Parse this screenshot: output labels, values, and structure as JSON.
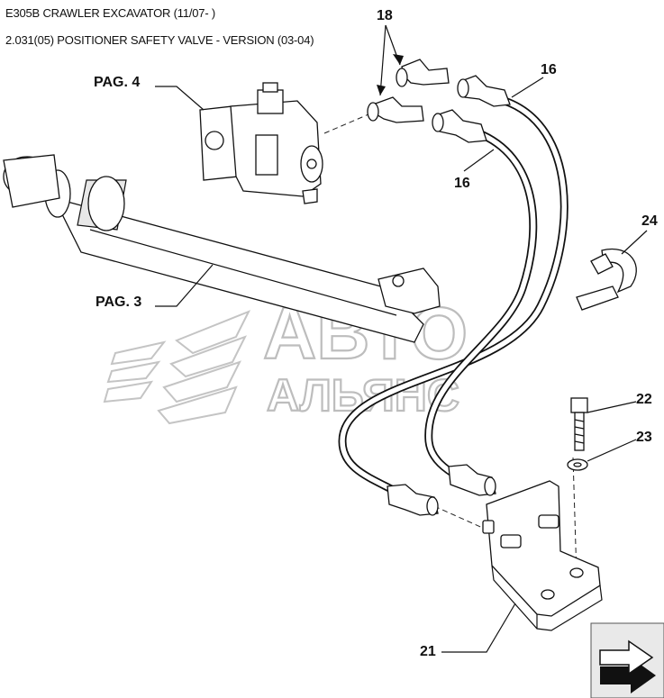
{
  "header": {
    "model_line": "E305B CRAWLER EXCAVATOR (11/07- )",
    "section_line": "2.031(05) POSITIONER SAFETY VALVE - VERSION (03-04)"
  },
  "callouts": {
    "pag4": "PAG. 4",
    "pag3": "PAG. 3",
    "part_18": "18",
    "part_16_top": "16",
    "part_16_mid": "16",
    "part_24": "24",
    "part_22": "22",
    "part_23": "23",
    "part_21": "21"
  },
  "watermark": {
    "line1": "АВТО",
    "line2": "АЛЬЯНС"
  },
  "navigation": {
    "next_icon": "arrow-next-icon"
  }
}
